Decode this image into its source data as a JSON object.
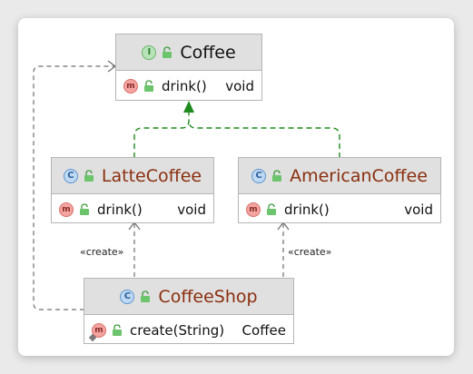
{
  "diagram": {
    "coffee": {
      "badge": "I",
      "title": "Coffee",
      "methods": [
        {
          "badge": "m",
          "name": "drink()",
          "type": "void"
        }
      ]
    },
    "latte": {
      "badge": "C",
      "title": "LatteCoffee",
      "methods": [
        {
          "badge": "m",
          "name": "drink()",
          "type": "void"
        }
      ]
    },
    "american": {
      "badge": "C",
      "title": "AmericanCoffee",
      "methods": [
        {
          "badge": "m",
          "name": "drink()",
          "type": "void"
        }
      ]
    },
    "shop": {
      "badge": "C",
      "title": "CoffeeShop",
      "methods": [
        {
          "badge": "m",
          "name": "create(String)",
          "type": "Coffee"
        }
      ]
    },
    "relations": {
      "create_left": "«create»",
      "create_right": "«create»"
    },
    "colors": {
      "implements_line": "#1f8a1f",
      "dependency_line": "#6e6e6e",
      "class_title": "#8a2f0e",
      "header_bg": "#e0e0e0"
    }
  }
}
